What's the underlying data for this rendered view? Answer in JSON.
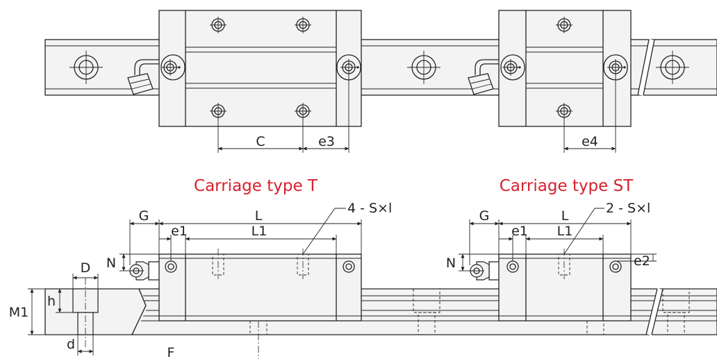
{
  "titles": {
    "carriage_t": "Carriage type T",
    "carriage_st": "Carriage type ST"
  },
  "labels": {
    "C": "C",
    "e3": "e3",
    "e4": "e4",
    "G_left": "G",
    "L_left": "L",
    "e1_left": "e1",
    "L1_left": "L1",
    "N_left": "N",
    "holes_left": "4 - S×l",
    "G_right": "G",
    "L_right": "L",
    "e1_right": "e1",
    "L1_right": "L1",
    "N_right": "N",
    "holes_right": "2 - S×l",
    "e2": "e2",
    "D": "D",
    "h": "h",
    "M1": "M1",
    "d": "d",
    "F": "F"
  },
  "colors": {
    "title": "#d6202e",
    "line": "#222222",
    "body_fill": "#f3f3f3"
  }
}
